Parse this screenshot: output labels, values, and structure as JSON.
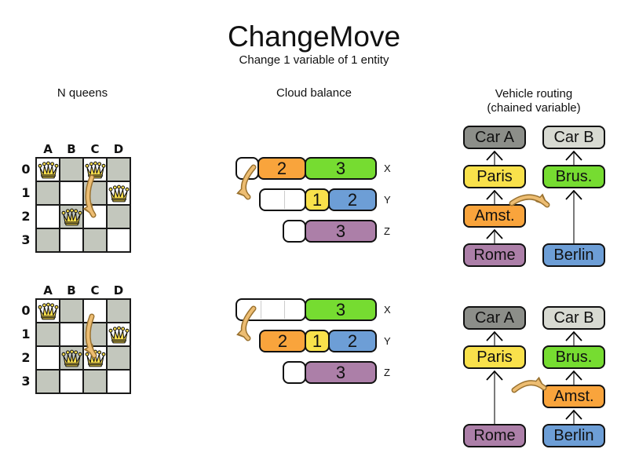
{
  "title": "ChangeMove",
  "subtitle": "Change 1 variable of 1 entity",
  "headers": {
    "nqueens": "N queens",
    "cloud": "Cloud balance",
    "vrp_line1": "Vehicle routing",
    "vrp_line2": "(chained variable)"
  },
  "palette": {
    "orange": "#F9A43C",
    "green": "#76DC31",
    "yellow": "#F9E14B",
    "blue": "#6D9ED6",
    "purple": "#AC7FA8",
    "dark_gray": "#8C8E89",
    "light_gray": "#D8DAD2",
    "board_dark": "#C3C7BD",
    "queen_yellow": "#FFE14C",
    "arrow_fill": "#EDBD72",
    "arrow_outline": "#9A7230",
    "connector_gray": "#7a7a7a"
  },
  "nqueens": {
    "column_headers": [
      "A",
      "B",
      "C",
      "D"
    ],
    "row_headers": [
      "0",
      "1",
      "2",
      "3"
    ],
    "before": {
      "queens": [
        "A0",
        "C0",
        "D1",
        "B2"
      ]
    },
    "after": {
      "queens": [
        "A0",
        "D1",
        "B2",
        "C2"
      ]
    }
  },
  "cloud": {
    "before": {
      "rows": [
        {
          "label": "X",
          "capacity_units": 6,
          "segments": [
            {
              "kind": "empty",
              "units": 1
            },
            {
              "kind": "block",
              "value": "2",
              "color": "orange",
              "units": 2
            },
            {
              "kind": "block",
              "value": "3",
              "color": "green",
              "units": 3
            }
          ]
        },
        {
          "label": "Y",
          "capacity_units": 5,
          "segments": [
            {
              "kind": "empty",
              "units": 2
            },
            {
              "kind": "block",
              "value": "1",
              "color": "yellow",
              "units": 1
            },
            {
              "kind": "block",
              "value": "2",
              "color": "blue",
              "units": 2
            }
          ]
        },
        {
          "label": "Z",
          "capacity_units": 4,
          "segments": [
            {
              "kind": "empty",
              "units": 1
            },
            {
              "kind": "block",
              "value": "3",
              "color": "purple",
              "units": 3
            }
          ]
        }
      ]
    },
    "after": {
      "rows": [
        {
          "label": "X",
          "capacity_units": 6,
          "segments": [
            {
              "kind": "empty",
              "units": 3
            },
            {
              "kind": "block",
              "value": "3",
              "color": "green",
              "units": 3
            }
          ]
        },
        {
          "label": "Y",
          "capacity_units": 5,
          "segments": [
            {
              "kind": "block",
              "value": "2",
              "color": "orange",
              "units": 2
            },
            {
              "kind": "block",
              "value": "1",
              "color": "yellow",
              "units": 1
            },
            {
              "kind": "block",
              "value": "2",
              "color": "blue",
              "units": 2
            }
          ]
        },
        {
          "label": "Z",
          "capacity_units": 4,
          "segments": [
            {
              "kind": "empty",
              "units": 1
            },
            {
              "kind": "block",
              "value": "3",
              "color": "purple",
              "units": 3
            }
          ]
        }
      ]
    }
  },
  "vrp": {
    "before": {
      "chains": [
        {
          "boxes": [
            {
              "label": "Car A",
              "color": "dark_gray",
              "row": 0
            },
            {
              "label": "Paris",
              "color": "yellow",
              "row": 1
            },
            {
              "label": "Amst.",
              "color": "orange",
              "row": 2
            },
            {
              "label": "Rome",
              "color": "purple",
              "row": 3
            }
          ]
        },
        {
          "boxes": [
            {
              "label": "Car B",
              "color": "light_gray",
              "row": 0
            },
            {
              "label": "Brus.",
              "color": "green",
              "row": 1
            },
            {
              "label": "Berlin",
              "color": "blue",
              "row": 3
            }
          ]
        }
      ]
    },
    "after": {
      "chains": [
        {
          "boxes": [
            {
              "label": "Car A",
              "color": "dark_gray",
              "row": 0
            },
            {
              "label": "Paris",
              "color": "yellow",
              "row": 1
            },
            {
              "label": "Rome",
              "color": "purple",
              "row": 3
            }
          ]
        },
        {
          "boxes": [
            {
              "label": "Car B",
              "color": "light_gray",
              "row": 0
            },
            {
              "label": "Brus.",
              "color": "green",
              "row": 1
            },
            {
              "label": "Amst.",
              "color": "orange",
              "row": 2
            },
            {
              "label": "Berlin",
              "color": "blue",
              "row": 3
            }
          ]
        }
      ]
    }
  },
  "move_arrows": [
    {
      "name": "queen-move-before",
      "from": [
        117,
        226
      ],
      "ctrl": [
        106,
        254
      ],
      "to": [
        119,
        274
      ]
    },
    {
      "name": "queen-move-after",
      "from": [
        117,
        403
      ],
      "ctrl": [
        106,
        432
      ],
      "to": [
        120,
        453
      ]
    },
    {
      "name": "cloud-move-before",
      "from": [
        323,
        213
      ],
      "ctrl": [
        302,
        238
      ],
      "to": [
        316,
        251
      ]
    },
    {
      "name": "cloud-move-after",
      "from": [
        323,
        393
      ],
      "ctrl": [
        302,
        418
      ],
      "to": [
        316,
        431
      ]
    },
    {
      "name": "vrp-move-before",
      "from": [
        652,
        259
      ],
      "ctrl": [
        676,
        242
      ],
      "to": [
        697,
        261
      ]
    },
    {
      "name": "vrp-move-after",
      "from": [
        655,
        497
      ],
      "ctrl": [
        676,
        480
      ],
      "to": [
        693,
        494
      ]
    }
  ]
}
